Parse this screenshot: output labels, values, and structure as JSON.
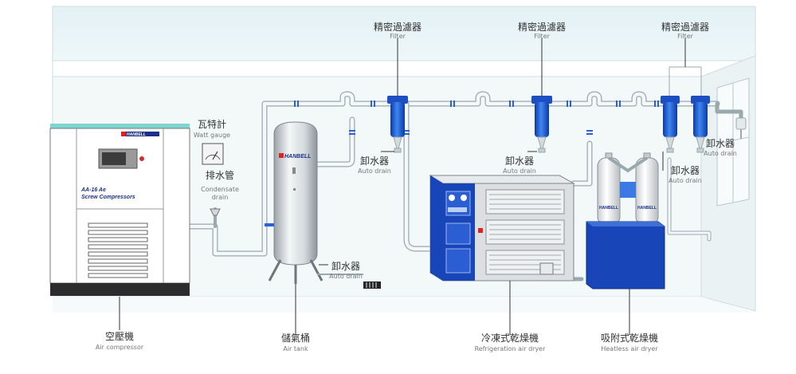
{
  "labels": {
    "filter_cn": "精密過濾器",
    "filter_en": "Filter",
    "watt_cn": "瓦特計",
    "watt_en": "Watt gauge",
    "condensate_cn": "排水管",
    "condensate_en1": "Condensate",
    "condensate_en2": "drain",
    "drain_cn": "卸水器",
    "drain_en": "Auto drain",
    "compressor_cn": "空壓機",
    "compressor_en": "Air compressor",
    "tank_cn": "儲氣桶",
    "tank_en": "Air tank",
    "refdryer_cn": "冷凍式乾燥機",
    "refdryer_en": "Refrigeration air dryer",
    "heatless_cn": "吸附式乾燥機",
    "heatless_en": "Heatless air dryer"
  },
  "compressor": {
    "model": "AA-16 Ae",
    "type": "Screw Compressors",
    "brand": "HANBELL"
  },
  "tank": {
    "brand": "HANBELL"
  },
  "heatless": {
    "brand": "HANBELL"
  },
  "colors": {
    "room_wall": "#edf6f8",
    "pipe": "#f2f7f8",
    "filter": "#2060d8",
    "equipment_blue": "#1846b8",
    "teal_strip": "#7fd6d0"
  }
}
